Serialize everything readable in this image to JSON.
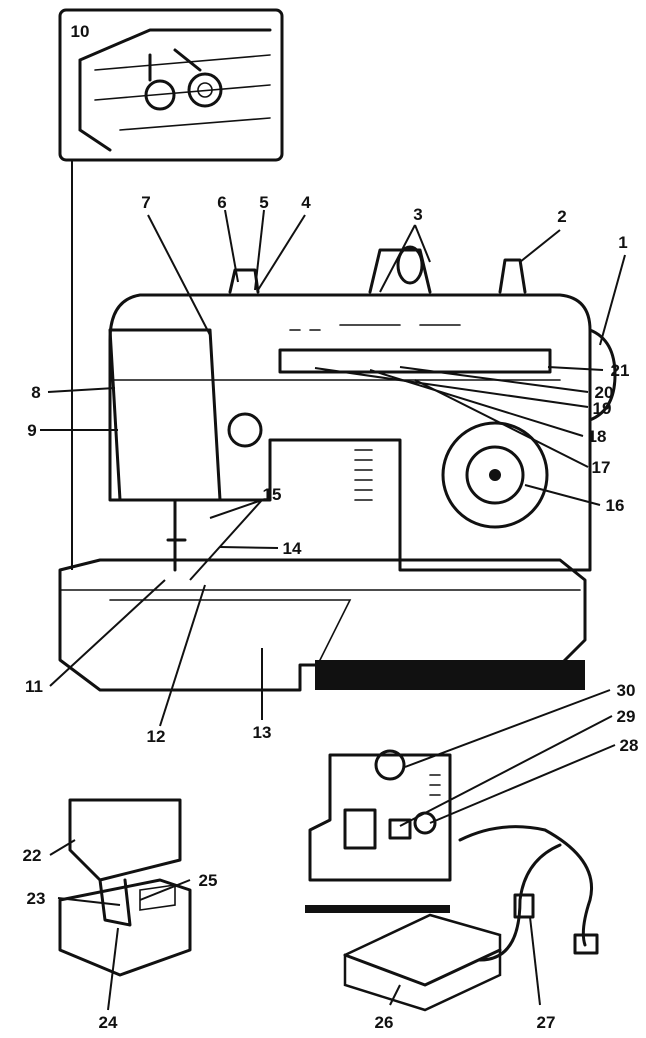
{
  "diagram": {
    "callouts": [
      "1",
      "2",
      "3",
      "4",
      "5",
      "6",
      "7",
      "8",
      "9",
      "10",
      "11",
      "12",
      "13",
      "14",
      "15",
      "16",
      "17",
      "18",
      "19",
      "20",
      "21",
      "22",
      "23",
      "24",
      "25",
      "26",
      "27",
      "28",
      "29",
      "30"
    ]
  }
}
